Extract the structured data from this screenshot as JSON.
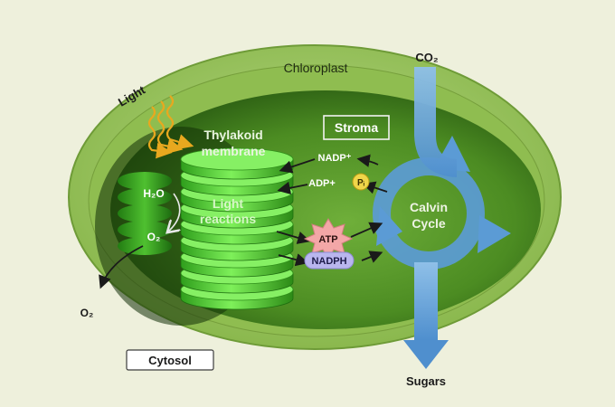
{
  "labels": {
    "chloroplast": "Chloroplast",
    "light": "Light",
    "thylakoid_line1": "Thylakoid",
    "thylakoid_line2": "membrane",
    "stroma": "Stroma",
    "nadp_plus": "NADP⁺",
    "adp_plus": "ADP+",
    "pi": "Pᵢ",
    "h2o": "H₂O",
    "o2_inner": "O₂",
    "o2_outer": "O₂",
    "light_reactions_line1": "Light",
    "light_reactions_line2": "reactions",
    "atp": "ATP",
    "nadph": "NADPH",
    "calvin_line1": "Calvin",
    "calvin_line2": "Cycle",
    "co2": "CO₂",
    "sugars": "Sugars",
    "cytosol": "Cytosol"
  },
  "colors": {
    "background": "#eef0dc",
    "outer_membrane": "#9cc55a",
    "inner_stroma": "#5f9f2c",
    "thylakoid": "#59d43a",
    "calvin_ring": "#5b9bd5",
    "atp_badge": "#f3a7a7",
    "nadph_badge": "#b9b6ee",
    "pi_badge": "#f0d64a",
    "light_rays": "#e8a81f"
  }
}
